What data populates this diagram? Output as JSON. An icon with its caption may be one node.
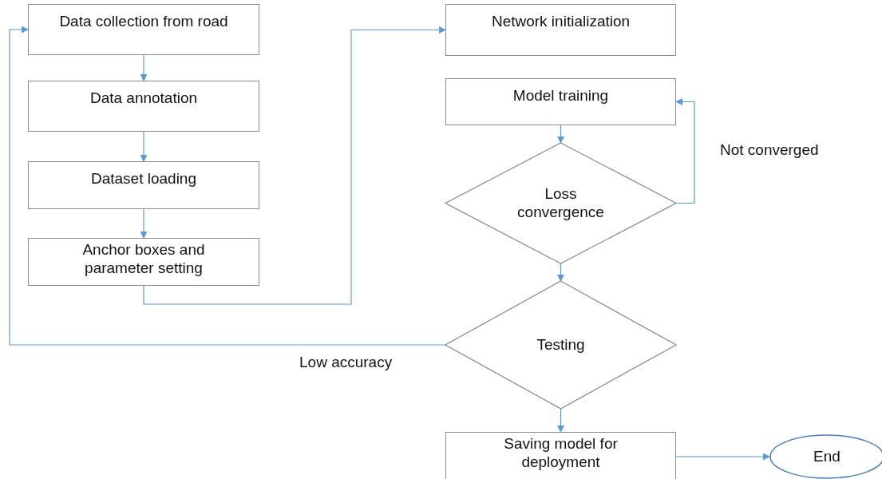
{
  "diagram": {
    "nodes": [
      {
        "text": [
          "Data collection from road"
        ]
      },
      {
        "text": [
          "Data annotation"
        ]
      },
      {
        "text": [
          "Dataset loading"
        ]
      },
      {
        "text": [
          "Anchor boxes and parameter setting"
        ]
      },
      {
        "text": [
          "Network initialization"
        ]
      },
      {
        "text": [
          "Model training"
        ]
      },
      {
        "text": [
          "Loss convergence"
        ]
      },
      {
        "text": [
          "Testing"
        ]
      },
      {
        "text": [
          "Saving model for deployment"
        ]
      },
      {
        "text": [
          "End"
        ]
      }
    ],
    "edges": [
      {
        "from": 0,
        "to": 1,
        "arrow": "to"
      },
      {
        "from": 1,
        "to": 2,
        "arrow": "to"
      },
      {
        "from": 2,
        "to": 3,
        "arrow": "to"
      },
      {
        "from": 3,
        "to": 4,
        "arrow": "to"
      },
      {
        "from": 5,
        "to": 6,
        "arrow": "to"
      },
      {
        "from": 6,
        "to": 5,
        "arrow": "to",
        "label": "Not converged"
      },
      {
        "from": 6,
        "to": 7,
        "arrow": "to"
      },
      {
        "from": 7,
        "to": 0,
        "arrow": "to",
        "label": "Low accuracy"
      },
      {
        "from": 7,
        "to": 8,
        "arrow": "to"
      },
      {
        "from": 8,
        "to": 9,
        "arrow": "to"
      }
    ]
  }
}
